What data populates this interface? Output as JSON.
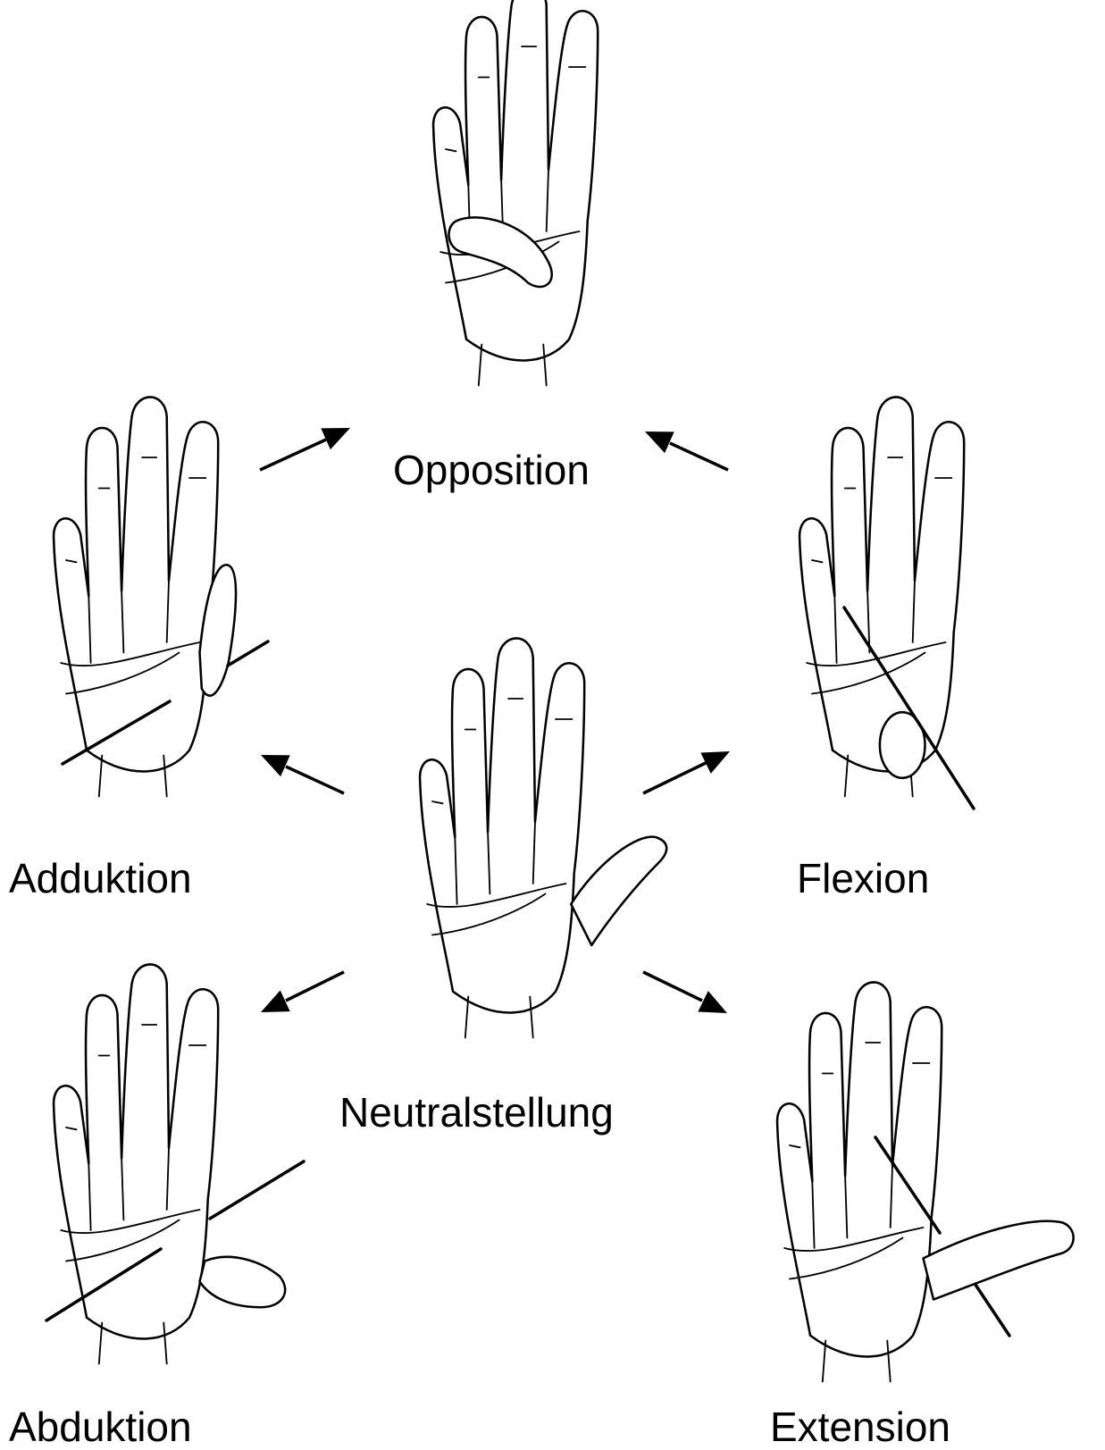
{
  "labels": {
    "opposition": "Opposition",
    "adduktion": "Adduktion",
    "flexion": "Flexion",
    "neutral": "Neutralstellung",
    "abduktion": "Abduktion",
    "extension": "Extension"
  },
  "colors": {
    "line": "#000000",
    "background": "#ffffff"
  }
}
